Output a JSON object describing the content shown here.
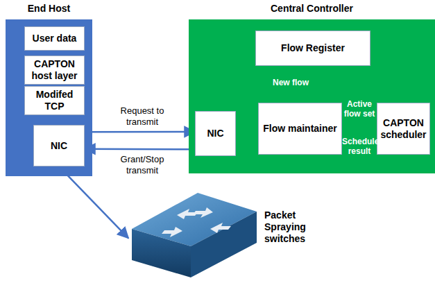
{
  "diagram": {
    "nodes": [
      {
        "text": [
          "End Host"
        ]
      },
      {
        "text": [
          "User data"
        ],
        "in": 0
      },
      {
        "text": [
          "CAPTON host layer"
        ],
        "in": 0
      },
      {
        "text": [
          "Modifed TCP"
        ],
        "in": 0
      },
      {
        "text": [
          "NIC"
        ],
        "in": 0
      },
      {
        "text": [
          "Central Controller"
        ]
      },
      {
        "text": [
          "Flow Register"
        ],
        "in": 5
      },
      {
        "text": [
          "NIC"
        ],
        "in": 5
      },
      {
        "text": [
          "Flow maintainer"
        ],
        "in": 5
      },
      {
        "text": [
          "CAPTON scheduler"
        ],
        "in": 5
      },
      {
        "text": [
          "Packet Spraying switches"
        ]
      }
    ],
    "edges": [
      {
        "from": 3,
        "to": 4,
        "arrow": "to"
      },
      {
        "from": 4,
        "to": 7,
        "label": "Request to transmit",
        "arrow": "to"
      },
      {
        "from": 7,
        "to": 4,
        "label": "Grant/Stop transmit",
        "arrow": "to"
      },
      {
        "from": 7,
        "to": 6,
        "arrow": "to"
      },
      {
        "from": 6,
        "to": 8,
        "label": "New flow",
        "arrow": "to"
      },
      {
        "from": 8,
        "to": 9,
        "label": "Active flow set",
        "arrow": "to"
      },
      {
        "from": 9,
        "to": 8,
        "label": "Schedule result",
        "arrow": "to"
      },
      {
        "from": 8,
        "to": 7,
        "arrow": "to"
      },
      {
        "from": 4,
        "to": 10,
        "arrow": "to"
      }
    ]
  }
}
